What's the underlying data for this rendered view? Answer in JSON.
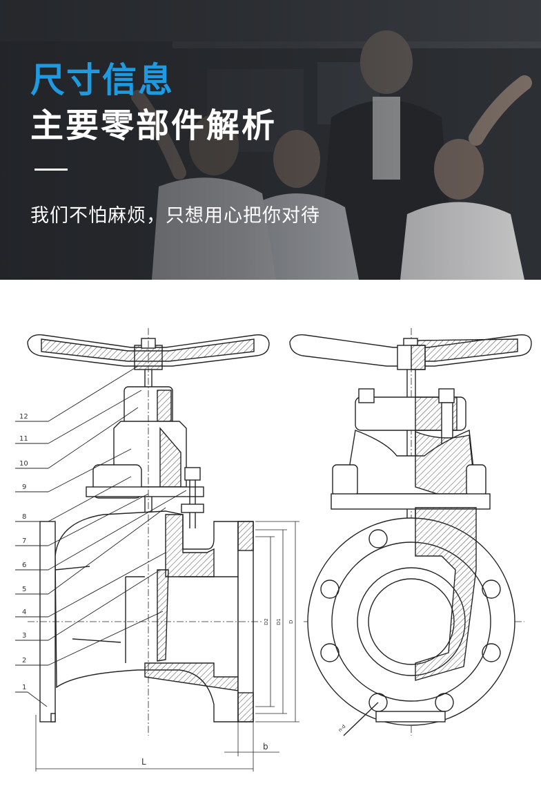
{
  "header": {
    "title_primary": "尺寸信息",
    "title_secondary": "主要零部件解析",
    "tagline": "我们不怕麻烦，只想用心把你对待",
    "accent_color": "#1e9ae0"
  },
  "drawing": {
    "part_numbers": [
      "12",
      "11",
      "10",
      "9",
      "8",
      "7",
      "6",
      "5",
      "4",
      "3",
      "2",
      "1"
    ],
    "dimensions": {
      "length": "L",
      "flange_thickness": "b",
      "d2": "D2",
      "d1": "D1",
      "d": "D",
      "bolt_holes": "n-d"
    }
  }
}
